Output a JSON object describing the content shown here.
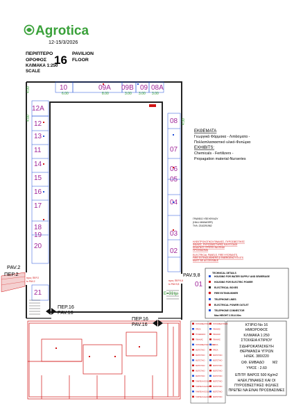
{
  "brand": {
    "name": "Agrotica",
    "date": "12-15/3/2026",
    "logo_color": "#3aa13a"
  },
  "header": {
    "pavilion_gr": "ΠΕΡΙΠΤΕΡΟ",
    "floor_gr": "ΟΡΟΦΟΣ",
    "scale_gr": "ΚΛΙΜΑΚΑ 1:250",
    "pavilion_number": "16",
    "pavilion_en": "PAVILION",
    "floor_en": "FLOOR",
    "scale_en": "SCALE"
  },
  "stands_top": [
    {
      "id": "10",
      "dim": "6.00"
    },
    {
      "id": "09A",
      "dim": "8.00"
    },
    {
      "id": "09B",
      "dim": "3.00"
    },
    {
      "id": "09",
      "dim": "3.00"
    },
    {
      "id": "08A",
      "dim": "3.00"
    }
  ],
  "stands_left": [
    "12A",
    "12",
    "13",
    "11",
    "14",
    "15",
    "16",
    "17",
    "18",
    "19",
    "20",
    "21"
  ],
  "stands_right": [
    "08",
    "07",
    "06",
    "05",
    "04",
    "03",
    "02",
    "01"
  ],
  "dims": {
    "left_a": "4.00",
    "left_b": "4.00",
    "right": "4.00"
  },
  "exhibits": {
    "title_gr": "ΕΚΘΕΜΑΤΑ",
    "line1_gr": "Γεωργικά Φάρμακα - Λιπάσματα -",
    "line2_gr": "Πολλαπλασιαστικό υλικό-Φυτώρια",
    "title_en": "EXHIBITS:",
    "line1_en": "Chemicals - Fertilizers -",
    "line2_en": "Propagation material-Nurseries"
  },
  "manager": {
    "gr": "ΓΡΑΦΕΙΟ ΥΠΕΥΘΥΝΟΥ",
    "en": "(HALL MANAGER)",
    "tel": "ΤΗΛ: 2310291962"
  },
  "notices": {
    "gr_line1": "ΗΛΕΚΤΡΟΛΟΓΙΚΟΙ ΠΙΝΑΚΕΣ, ΠΥΡΟΣΒΕΣΤΙΚΕΣ",
    "gr_line2": "ΦΩΛΙΕΣ, ΠΥΡΟΣΒΕΣΤΗΡΕΣ ΚΑΙ ΕΞΟΔΟΙ",
    "gr_line3": "ΚΙΝΔΥΝΟΥ ΠΡΕΠΕΙ ΝΑ ΕΙΝΑΙ",
    "gr_line4": "ΠΡΟΣΒΑΣΙΜΑ",
    "en_line1": "ELECTRICAL PANELS, FIRE HYDRANTS,",
    "en_line2": "FIRE EXTINGUISHERS & EMERGENCY EXITS",
    "en_line3": "MUST BE ACCESSIBLE"
  },
  "technical": {
    "title": "TECHNICAL DETAILS",
    "items": [
      {
        "label": "HOUSING FOR WATER SUPPLY AND SEWERAGE",
        "color": "#1f4fd8"
      },
      {
        "label": "HOUSING FOR ELECTRIC POWER",
        "color": "#d21414"
      },
      {
        "label": "ELECTRICAL BOXES",
        "color": "#222222"
      },
      {
        "label": "FIRE EXTINGUISHER",
        "color": "#d21414"
      },
      {
        "label": "TELEPHONE LINES",
        "color": "#1f4fd8"
      },
      {
        "label": "ELECTRICAL POWER OUTLET",
        "color": "#d21414"
      },
      {
        "label": "TELEPHONE CONNECTOR",
        "color": "#1f4fd8"
      },
      {
        "label": "Max HEIGHT 2.50-6.00m",
        "color": "#111111"
      }
    ]
  },
  "building": {
    "title": "ΚΤΙΡΙΟ No 16",
    "floor": "ΗΜΙΟΡΟΦΟΣ",
    "scale": "ΚΛΙΜΑΚΑ 1:250",
    "elements": "ΣΤΟΙΧΕΙΑ ΚΤΙΡΙΟΥ",
    "structure": "ΣΙΔΗΡΟΚΑΤΑΣΚΕΥΗ",
    "heating": "ΘΕΡΜΑΝΣΗ ΥΓΡΩΝ",
    "power": "ΗΛΕΚ. 380/220",
    "area_label": "ΩΦ. ΕΜΒΑΔΟ",
    "area_unit": "Μ2",
    "height": "ΥΨΟΣ : 2.60",
    "load": "ΕΠΙΤΡ. ΒΑΡΟΣ 500 Kg/m2",
    "warn1": "ΗΛΕΚ.ΠΙΝΑΚΕΣ ΚΑΙ ΟΙ",
    "warn2": "ΠΥΡΟΣΒΕΣΤΙΚΕΣ ΦΩΛΙΕΣ",
    "warn3": "ΠΡΕΠΕΙ ΝΑ ΕΙΝΑΙ ΠΡΟΣΒΑΣΙΜΕΣ"
  },
  "legend_small": {
    "left": [
      "ΠΥΡΟΣΒΕΣΤΗΡΑΣ",
      "ΠΡΙΖΑ",
      "ΤΗΛΕΦΩΝΟ",
      "ΠΙΝΑΚΑΣ",
      "ΠΥΡΟΣΒΕΣΤΙΚΗ ΦΩΛΙΑ",
      "ΦΩΤΙΣΤΙΚΟ",
      "ΦΩΤΙΣΤΙΚΟ",
      "ΦΩΤΙΣΤΙΚΟ",
      "ΦΩΤΙΣΤΙΚΟ",
      "ΦΩΤΙΣΤΙΚΟ",
      "ΦΩΤΙΣΤΙΚΟ",
      "ΤΑΜΠΕΛΑ ΕΞΟΔΟΥ",
      "ΤΑΜΠΕΛΑ ΕΞΟΔΟΥ",
      "ΤΑΜΠΕΛΑ ΕΞΟΔΟΥ",
      "ΤΑΜΠΕΛΑ ΕΞΟΔΟΥ"
    ],
    "right": [
      "ΠΥΡΟΣΒΕΣΤΗΡΑΣ",
      "ΠΙΝΑΚΑΣ",
      "ΠΙΝΑΚΑΣ",
      "ΠΙΝΑΚΑΣ",
      "ΠΡΙΖΑ",
      "ΠΡΙΖΑ",
      "ΦΩΤΙΣΤΙΚΟ",
      "ΦΩΤΙΣΤΙΚΟ",
      "ΦΩΤΙΣΤΙΚΟ",
      "ΦΩΤΙΣΤΙΚΟ",
      "ΦΩΤΙΣΤΙΚΟ",
      "ΦΩΤΙΣΤΙΚΟ",
      "ΦΩΤΙΣΤΙΚΟ",
      "ΦΩΤΙΣΤΙΚΟ",
      "ΦΩΤΙΣΤΙΚΟ"
    ]
  },
  "labels": {
    "pav2": "PAV.2",
    "per2": "ΠΕΡ.2",
    "to_pav2_gr": "προς ΠΕΡ.2",
    "to_pav2_en": "to PAV.2",
    "pav98": "PAV.9,8",
    "to_pav98_gr": "προς ΠΕΡ.9,8",
    "to_pav98_en": "to PAV.9,8",
    "per16_a": "ΠΕΡ.16",
    "pav16_a": "PAV.16",
    "per16_b": "ΠΕΡ.16",
    "pav16_b": "PAV.16",
    "e_area": "Ε=31τμ."
  },
  "colors": {
    "stand": "#a0269a",
    "dim": "#2a9a2a",
    "red": "#d21414",
    "blue": "#1f4fd8"
  }
}
